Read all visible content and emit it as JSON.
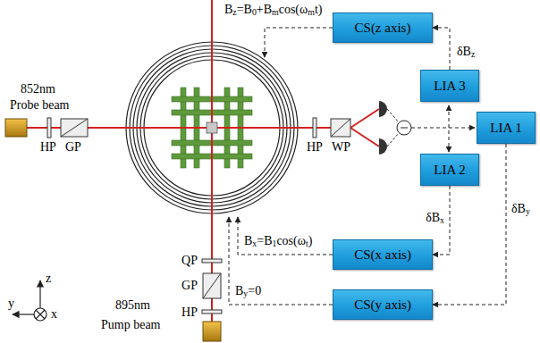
{
  "diagram": {
    "nodes": [
      {
        "text": [
          "CS(z axis)"
        ]
      },
      {
        "text": [
          "LIA 3"
        ]
      },
      {
        "text": [
          "LIA 1"
        ]
      },
      {
        "text": [
          "LIA 2"
        ]
      },
      {
        "text": [
          "CS(x axis)"
        ]
      },
      {
        "text": [
          "CS(y axis)"
        ]
      }
    ],
    "edges": [
      {
        "from": 1,
        "to": 0,
        "arrow": "to",
        "label": "δBz"
      },
      {
        "from": 3,
        "to": 4,
        "arrow": "to",
        "label": "δBx"
      },
      {
        "from": 2,
        "to": 5,
        "arrow": "to",
        "label": "δBy"
      }
    ],
    "labels": [
      "852nm",
      "Probe beam",
      "HP",
      "GP",
      "QP",
      "GP",
      "HP",
      "895nm",
      "Pump beam",
      "HP",
      "WP",
      "Bz=B0+Bmcos(ωmt)",
      "Bx=B1cos(ωt)",
      "By=0",
      "z",
      "y",
      "x"
    ]
  }
}
